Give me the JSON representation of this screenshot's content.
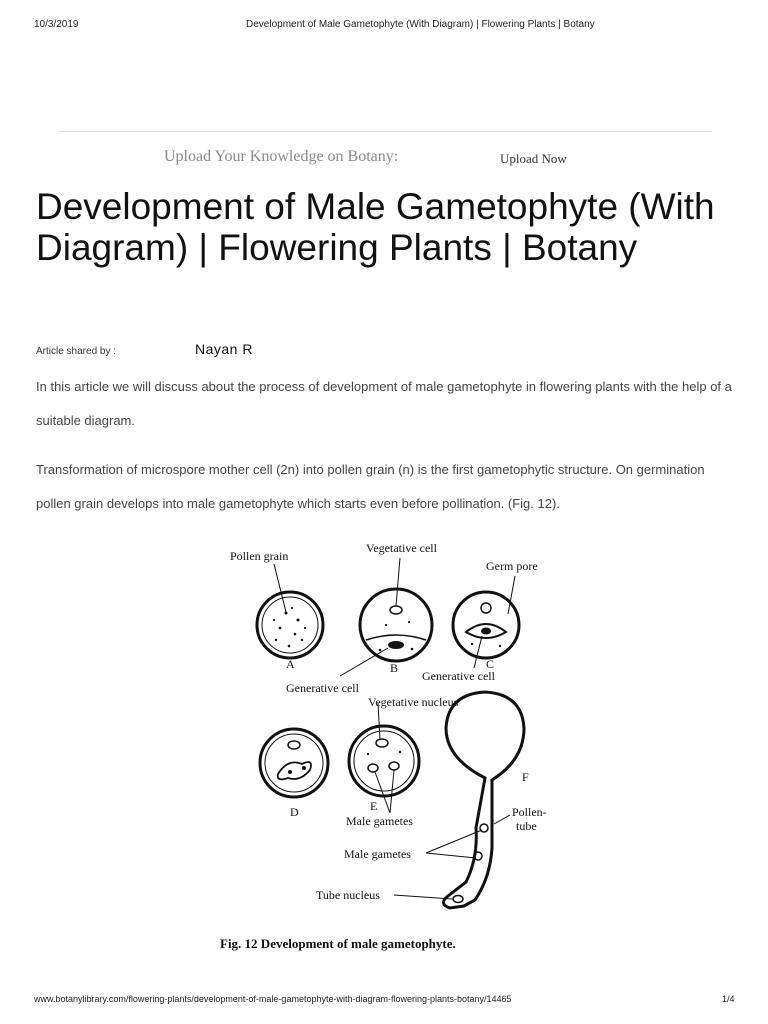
{
  "header": {
    "date": "10/3/2019",
    "page_title": "Development of Male Gametophyte (With Diagram) | Flowering Plants | Botany"
  },
  "upload": {
    "prompt": "Upload Your Knowledge on Botany:",
    "button": "Upload Now"
  },
  "article": {
    "title": "Development of Male Gametophyte (With Diagram) | Flowering Plants | Botany",
    "shared_by_label": "Article shared by :",
    "author": "Nayan R",
    "paragraphs": [
      "In this article we will discuss about the process of development of male gametophyte in flowering plants with the help of a suitable diagram.",
      "Transformation of microspore mother cell (2n) into pollen grain (n) is the first gametophytic structure. On germination pollen grain develops into male gametophyte which starts even before pollination. (Fig. 12)."
    ]
  },
  "figure": {
    "caption": "Fig. 12 Development of male gametophyte.",
    "labels": {
      "pollen_grain": "Pollen grain",
      "vegetative_cell": "Vegetative cell",
      "germ_pore": "Germ pore",
      "generative_cell_1": "Generative cell",
      "generative_cell_2": "Generative cell",
      "vegetative_nucleus": "Vegetative nucleus",
      "male_gametes_1": "Male gametes",
      "male_gametes_2": "Male gametes",
      "tube_nucleus": "Tube nucleus",
      "pollen_tube_1": "Pollen-",
      "pollen_tube_2": "tube",
      "A": "A",
      "B": "B",
      "C": "C",
      "D": "D",
      "E": "E",
      "F": "F"
    }
  },
  "footer": {
    "url": "www.botanylibrary.com/flowering-plants/development-of-male-gametophyte-with-diagram-flowering-plants-botany/14465",
    "page": "1/4"
  }
}
